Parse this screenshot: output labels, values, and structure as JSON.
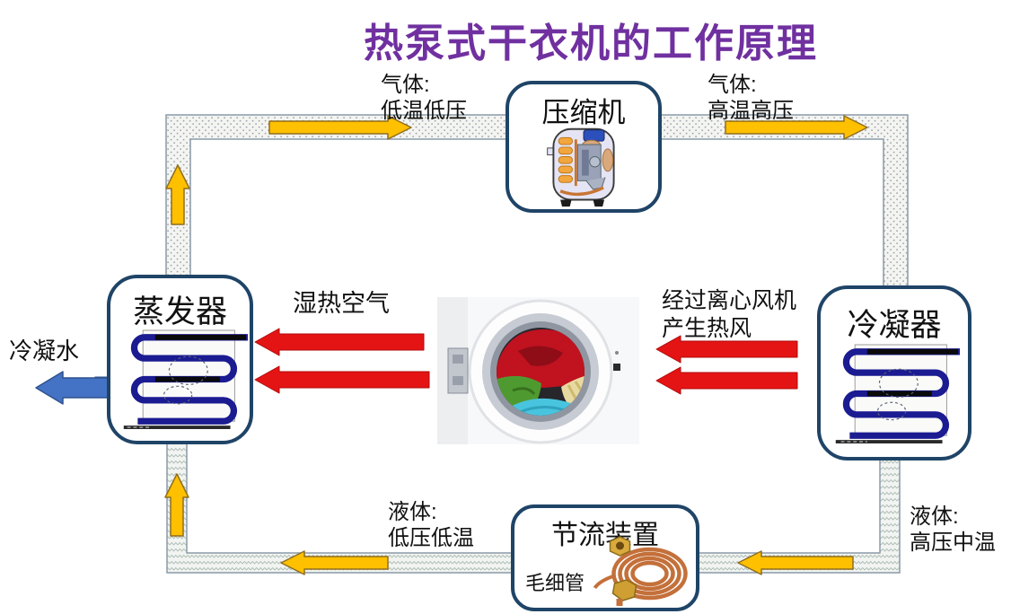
{
  "title": "热泵式干衣机的工作原理",
  "components": {
    "compressor": {
      "label": "压缩机"
    },
    "evaporator": {
      "label": "蒸发器"
    },
    "condenser": {
      "label": "冷凝器"
    },
    "throttle": {
      "label": "节流装置",
      "sublabel": "毛细管"
    }
  },
  "flow_labels": {
    "gas_low": {
      "line1": "气体:",
      "line2": "低温低压"
    },
    "gas_high": {
      "line1": "气体:",
      "line2": "高温高压"
    },
    "humid_air": "湿热空气",
    "hot_wind": {
      "line1": "经过离心风机",
      "line2": "产生热风"
    },
    "condensate": "冷凝水",
    "liquid_low": {
      "line1": "液体:",
      "line2": "低压低温"
    },
    "liquid_high": {
      "line1": "液体:",
      "line2": "高压中温"
    }
  },
  "icons": [
    "compressor-image",
    "evaporator-coil-image",
    "condenser-coil-image",
    "washing-machine-drum-image",
    "capillary-tube-image"
  ],
  "colors": {
    "title": "#7030A0",
    "box_border": "#1F4467",
    "yellow_arrow": "#FFC000",
    "red_arrow": "#E51414",
    "blue_arrow": "#4472C4",
    "gas_pipe_fill": "#f4f4f1",
    "liquid_pipe_fill": "#f1f4f1"
  }
}
